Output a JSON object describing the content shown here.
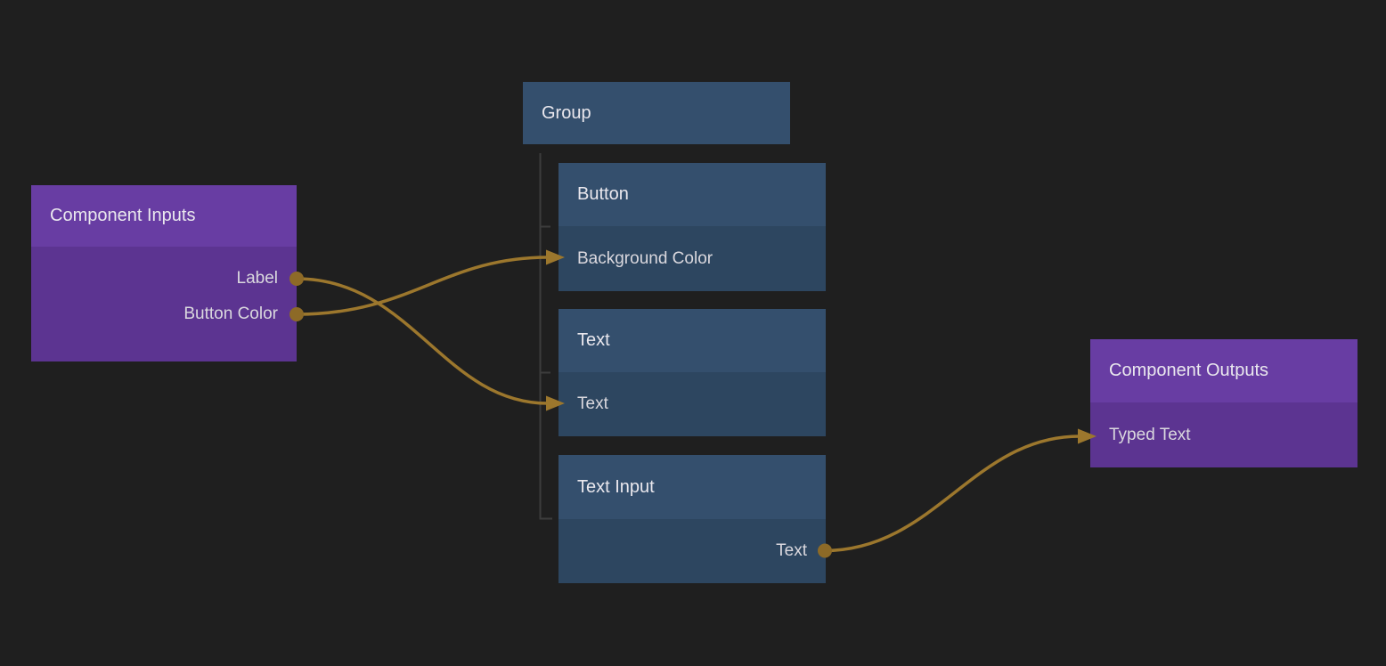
{
  "nodes": {
    "component_inputs": {
      "title": "Component Inputs",
      "ports": [
        {
          "label": "Label",
          "type": "output"
        },
        {
          "label": "Button Color",
          "type": "output"
        }
      ]
    },
    "group": {
      "title": "Group"
    },
    "button": {
      "title": "Button",
      "ports": [
        {
          "label": "Background Color",
          "type": "input"
        }
      ]
    },
    "text": {
      "title": "Text",
      "ports": [
        {
          "label": "Text",
          "type": "input"
        }
      ]
    },
    "text_input": {
      "title": "Text Input",
      "ports": [
        {
          "label": "Text",
          "type": "output"
        }
      ]
    },
    "component_outputs": {
      "title": "Component Outputs",
      "ports": [
        {
          "label": "Typed Text",
          "type": "input"
        }
      ]
    }
  },
  "hierarchy": {
    "parent": "Group",
    "children": [
      "Button",
      "Text",
      "Text Input"
    ]
  },
  "connections": [
    {
      "from_node": "Component Inputs",
      "from_port": "Label",
      "to_node": "Text",
      "to_port": "Text"
    },
    {
      "from_node": "Component Inputs",
      "from_port": "Button Color",
      "to_node": "Button",
      "to_port": "Background Color"
    },
    {
      "from_node": "Text Input",
      "from_port": "Text",
      "to_node": "Component Outputs",
      "to_port": "Typed Text"
    }
  ],
  "colors": {
    "canvas_background": "#1f1f1f",
    "io_node_header": "#683da3",
    "io_node_body": "#5c3491",
    "visual_node_header": "#344f6d",
    "visual_node_body": "#2d4660",
    "wire": "#9c772d",
    "port": "#8d6a27",
    "hierarchy_line": "#3c3c3c",
    "title_text": "#eae8ee",
    "label_text": "#dad8de"
  }
}
